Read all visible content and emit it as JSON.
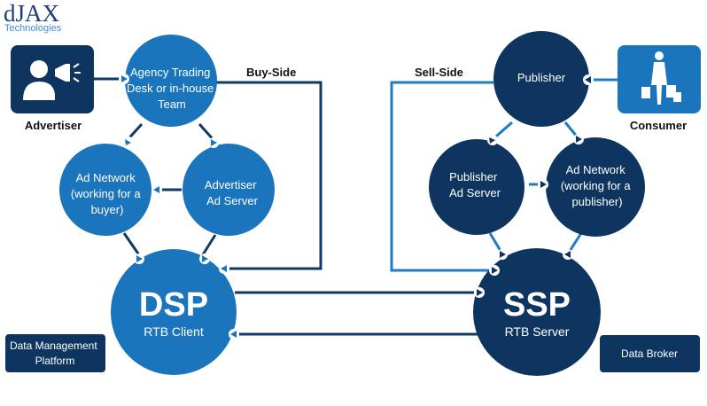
{
  "logo": {
    "main": "dJAX",
    "sub": "Technologies"
  },
  "labels": {
    "buy_side": "Buy-Side",
    "sell_side": "Sell-Side",
    "advertiser": "Advertiser",
    "consumer": "Consumer"
  },
  "nodes": {
    "agency": [
      "Agency Trading",
      "Desk or in-house",
      "Team"
    ],
    "ad_network_buyer": [
      "Ad Network",
      "(working for a",
      "buyer)"
    ],
    "advertiser_ad_server": [
      "Advertiser",
      "Ad Server"
    ],
    "dsp": {
      "title": "DSP",
      "subtitle": "RTB Client"
    },
    "publisher": [
      "Publisher"
    ],
    "publisher_ad_server": [
      "Publisher",
      "Ad Server"
    ],
    "ad_network_publisher": [
      "Ad Network",
      "(working for a",
      "publisher)"
    ],
    "ssp": {
      "title": "SSP",
      "subtitle": "RTB Server"
    }
  },
  "boxes": {
    "dmp": [
      "Data Management",
      "Platform"
    ],
    "data_broker": "Data Broker"
  },
  "colors": {
    "light_blue": "#1b75bc",
    "dark_navy": "#0e3560",
    "connector": "#0f3a66",
    "text_dark": "#111111",
    "white": "#ffffff"
  },
  "icons": {
    "advertiser": "advertiser-megaphone-icon",
    "consumer": "consumer-shopping-icon"
  }
}
